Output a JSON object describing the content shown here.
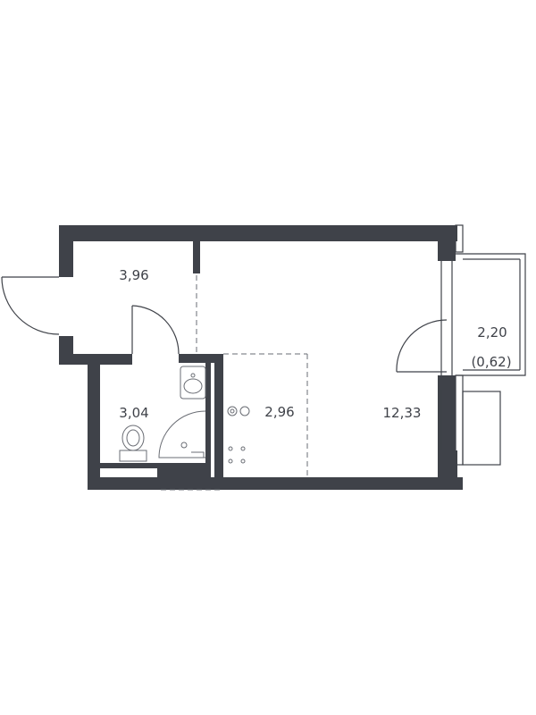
{
  "plan": {
    "rooms": [
      {
        "id": "hall",
        "area": "3,96"
      },
      {
        "id": "bathroom",
        "area": "3,04"
      },
      {
        "id": "kitchen",
        "area": "2,96"
      },
      {
        "id": "living",
        "area": "12,33"
      },
      {
        "id": "balcony",
        "area": "2,20",
        "sub_area": "(0,62)"
      }
    ],
    "colors": {
      "wall": "#3f4249",
      "fixture": "#6a6d74",
      "background": "#ffffff"
    }
  }
}
